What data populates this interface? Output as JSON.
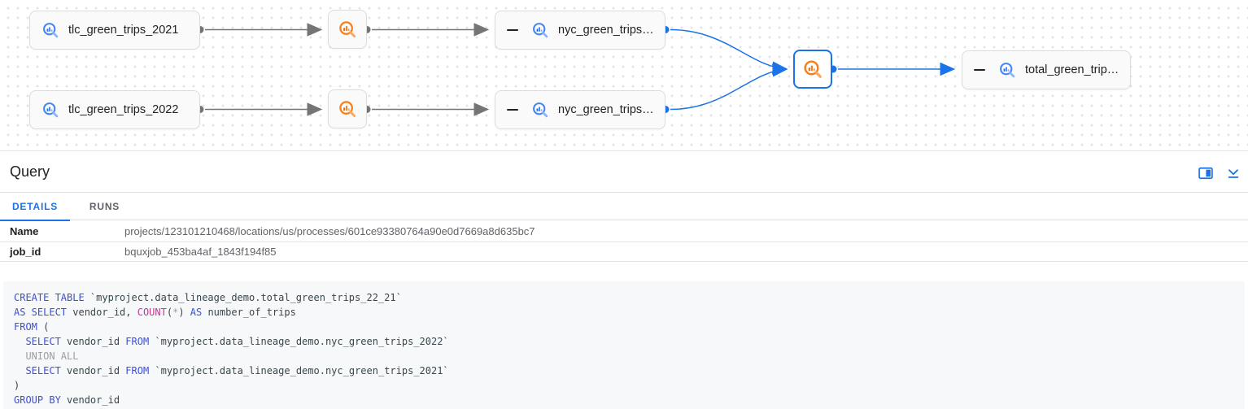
{
  "graph": {
    "nodes": [
      {
        "id": "tlc_green_trips_2021",
        "label": "tlc_green_trips_2021",
        "type": "table"
      },
      {
        "id": "tlc_green_trips_2022",
        "label": "tlc_green_trips_2022",
        "type": "table"
      },
      {
        "id": "nyc_green_trips_1",
        "label": "nyc_green_trips…",
        "type": "table",
        "collapsible": true
      },
      {
        "id": "nyc_green_trips_2",
        "label": "nyc_green_trips…",
        "type": "table",
        "collapsible": true
      },
      {
        "id": "total_green_trips",
        "label": "total_green_trip…",
        "type": "table",
        "collapsible": true
      },
      {
        "id": "process_1",
        "type": "query-process"
      },
      {
        "id": "process_2",
        "type": "query-process"
      },
      {
        "id": "process_selected",
        "type": "query-process",
        "selected": true
      }
    ]
  },
  "panel": {
    "title": "Query",
    "actions": [
      "open-in-split-view-icon",
      "collapse-panel-icon"
    ],
    "tabs": [
      {
        "label": "DETAILS",
        "active": true
      },
      {
        "label": "RUNS",
        "active": false
      }
    ],
    "details": [
      {
        "label": "Name",
        "value": "projects/123101210468/locations/us/processes/601ce93380764a90e0d7669a8d635bc7"
      },
      {
        "label": "job_id",
        "value": "bquxjob_453ba4af_1843f194f85"
      }
    ]
  },
  "sql": {
    "lines": [
      [
        [
          "kw",
          "CREATE TABLE"
        ],
        [
          "pl",
          " `myproject.data_lineage_demo.total_green_trips_22_21`"
        ]
      ],
      [
        [
          "kw",
          "AS SELECT"
        ],
        [
          "pl",
          " vendor_id, "
        ],
        [
          "fn",
          "COUNT"
        ],
        [
          "pl",
          "("
        ],
        [
          "cm",
          "*"
        ],
        [
          "pl",
          ") "
        ],
        [
          "kw",
          "AS"
        ],
        [
          "pl",
          " number_of_trips"
        ]
      ],
      [
        [
          "kw",
          "FROM"
        ],
        [
          "pl",
          " ("
        ]
      ],
      [
        [
          "pl",
          "  "
        ],
        [
          "kw",
          "SELECT"
        ],
        [
          "pl",
          " vendor_id "
        ],
        [
          "kw",
          "FROM"
        ],
        [
          "pl",
          " `myproject.data_lineage_demo.nyc_green_trips_2022`"
        ]
      ],
      [
        [
          "cm",
          "  UNION ALL"
        ]
      ],
      [
        [
          "pl",
          "  "
        ],
        [
          "kw",
          "SELECT"
        ],
        [
          "pl",
          " vendor_id "
        ],
        [
          "kw",
          "FROM"
        ],
        [
          "pl",
          " `myproject.data_lineage_demo.nyc_green_trips_2021`"
        ]
      ],
      [
        [
          "pl",
          ")"
        ]
      ],
      [
        [
          "kw",
          "GROUP BY"
        ],
        [
          "pl",
          " vendor_id"
        ]
      ]
    ]
  },
  "colors": {
    "accent_blue": "#1a73e8",
    "table_icon_blue": "#4285f4",
    "process_icon_orange": "#f4801f",
    "edge_gray": "#757575",
    "selected_edge_blue": "#1a73e8",
    "sql_keyword": "#3c50d4",
    "sql_function": "#c63794",
    "sql_muted": "#9aa0a6",
    "sql_text": "#37474f",
    "code_background": "#f7f8f9"
  }
}
